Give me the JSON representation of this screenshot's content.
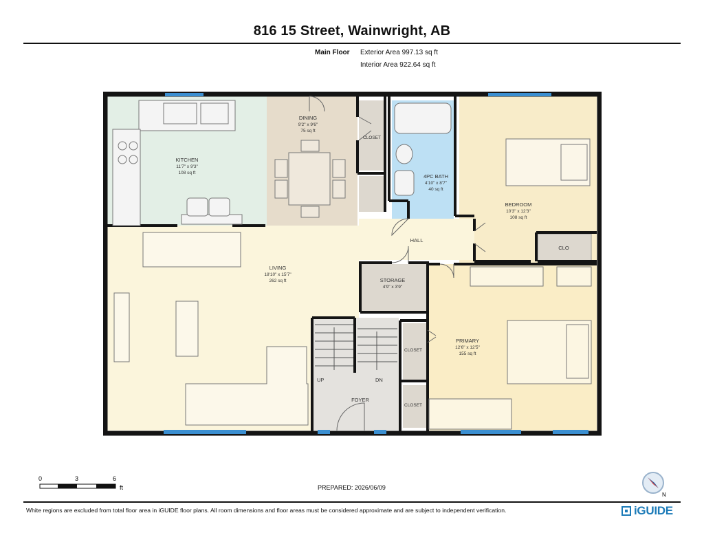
{
  "title": "816 15 Street, Wainwright, AB",
  "floor": {
    "name": "Main Floor",
    "exterior_area": "Exterior Area 997.13 sq ft",
    "interior_area": "Interior Area 922.64 sq ft"
  },
  "rooms": {
    "kitchen": {
      "name": "KITCHEN",
      "dims": "11'7\" x 9'3\"",
      "area": "108 sq ft"
    },
    "dining": {
      "name": "DINING",
      "dims": "9'2\" x 9'6\"",
      "area": "75 sq ft"
    },
    "bath": {
      "name": "4PC BATH",
      "dims": "4'10\" x 8'7\"",
      "area": "40 sq ft"
    },
    "bedroom": {
      "name": "BEDROOM",
      "dims": "10'3\" x 12'3\"",
      "area": "108 sq ft"
    },
    "living": {
      "name": "LIVING",
      "dims": "18'10\" x 15'7\"",
      "area": "262 sq ft"
    },
    "storage": {
      "name": "STORAGE",
      "dims": "4'9\" x 3'9\""
    },
    "primary": {
      "name": "PRIMARY",
      "dims": "12'6\" x 12'5\"",
      "area": "155 sq ft"
    },
    "hall": "HALL",
    "foyer": "FOYER",
    "clo": "CLO",
    "closet": "CLOSET",
    "stairs_up": "UP",
    "stairs_down": "DN"
  },
  "scale": {
    "ticks": [
      "0",
      "3",
      "6"
    ],
    "unit": "ft"
  },
  "prepared": "PREPARED: 2026/06/09",
  "disclaimer": "White regions are excluded from total floor area in iGUIDE floor plans. All room dimensions and floor areas must be considered approximate and are subject to independent verification.",
  "logo": "iGUIDE",
  "compass_label": "N",
  "colors": {
    "kitchen": "#e3efe6",
    "dining": "#e6dccb",
    "bath": "#bde0f4",
    "bedroom": "#f8ecc9",
    "living": "#fbf5dc",
    "primary": "#faedc6",
    "utility": "#ddd8cf",
    "wall": "#141414",
    "window": "#3b8fd1",
    "logo": "#1c7bb8"
  }
}
